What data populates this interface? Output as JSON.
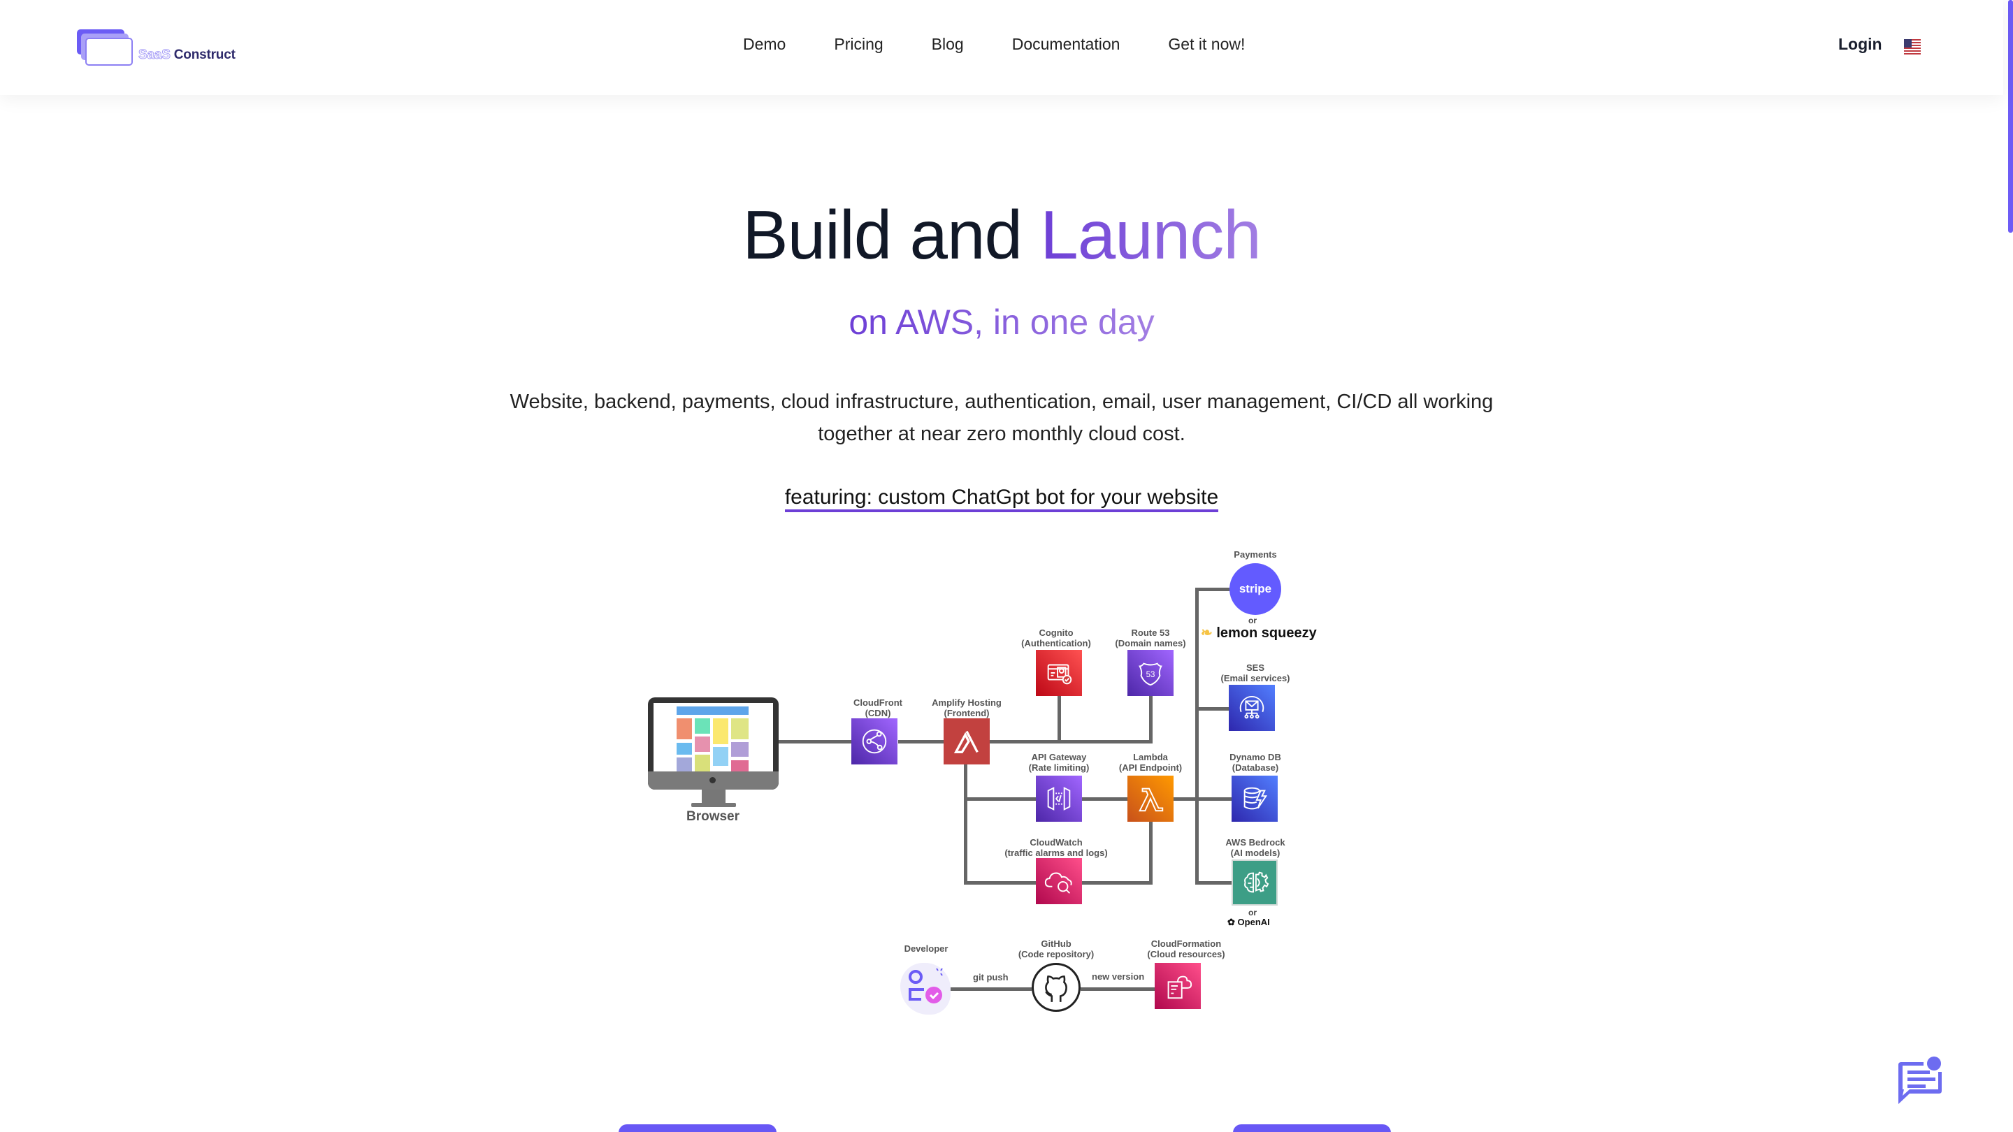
{
  "header": {
    "logo": {
      "part1": "SaaS",
      "part2": "Construct"
    },
    "nav": [
      "Demo",
      "Pricing",
      "Blog",
      "Documentation",
      "Get it now!"
    ],
    "login_label": "Login",
    "language_icon": "us-flag-icon"
  },
  "hero": {
    "title_plain": "Build and",
    "title_accent": "Launch",
    "subtitle": "on AWS, in one day",
    "description": "Website, backend, payments, cloud infrastructure, authentication, email, user management, CI/CD all working together at near zero monthly cloud cost.",
    "feature_link": "featuring: custom ChatGpt bot for your website",
    "accent_gradient": [
      "#6d3fd6",
      "#a27ee3"
    ]
  },
  "diagram": {
    "browser": {
      "label": "Browser"
    },
    "cloudfront": {
      "name": "CloudFront",
      "desc": "(CDN)",
      "color": "#6b40d6"
    },
    "amplify": {
      "name": "Amplify Hosting",
      "desc": "(Frontend)",
      "color": "#c2413f"
    },
    "cognito": {
      "name": "Cognito",
      "desc": "(Authentication)",
      "color": "#d13a3a"
    },
    "route53": {
      "name": "Route 53",
      "desc": "(Domain names)",
      "color": "#6b40d6"
    },
    "api_gateway": {
      "name": "API Gateway",
      "desc": "(Rate limiting)",
      "color": "#6b40d6"
    },
    "lambda": {
      "name": "Lambda",
      "desc": "(API Endpoint)",
      "color": "#e07b22"
    },
    "cloudwatch": {
      "name": "CloudWatch",
      "desc": "(traffic alarms and logs)",
      "color": "#c8346b"
    },
    "payments": {
      "name": "Payments",
      "primary": "stripe",
      "or": "or",
      "alternative": "lemon squeezy",
      "color": "#635bff"
    },
    "ses": {
      "name": "SES",
      "desc": "(Email services)",
      "color": "#3b48cc"
    },
    "dynamodb": {
      "name": "Dynamo DB",
      "desc": "(Database)",
      "color": "#3b48cc"
    },
    "bedrock": {
      "name": "AWS Bedrock",
      "desc": "(AI models)",
      "or": "or",
      "alternative": "OpenAI",
      "color": "#3d9e86"
    },
    "developer": {
      "name": "Developer"
    },
    "github": {
      "name": "GitHub",
      "desc": "(Code repository)"
    },
    "cloudformation": {
      "name": "CloudFormation",
      "desc": "(Cloud resources)",
      "color": "#c8346b"
    },
    "edges": {
      "git_push": "git push",
      "new_version": "new version"
    }
  },
  "chat_widget": {
    "icon": "chat-bubble-icon",
    "color": "#6d6cf0"
  },
  "cta_color": "#6857f5"
}
